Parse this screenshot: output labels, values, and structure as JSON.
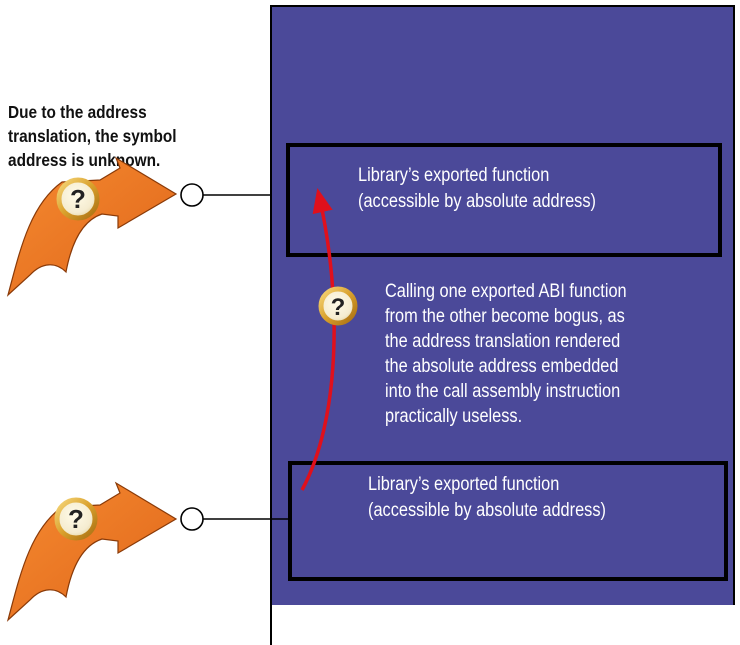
{
  "note": {
    "lines": [
      "Due to the address",
      "translation, the symbol",
      "address is unknown."
    ]
  },
  "functions": [
    {
      "lines": [
        "Library’s exported function",
        "(accessible by absolute address)"
      ]
    },
    {
      "lines": [
        "Library’s exported function",
        "(accessible by absolute address)"
      ]
    }
  ],
  "explanation": {
    "lines": [
      "Calling one exported ABI function",
      "from the other become bogus, as",
      "the address translation rendered",
      "the absolute address embedded",
      "into the call assembly instruction",
      "practically useless."
    ]
  },
  "icons": {
    "callout": "question-mark-arrow-icon",
    "badge": "question-mark-badge-icon",
    "connector": "interface-lollipop-icon"
  },
  "colors": {
    "panel": "#4b4999",
    "arrow_orange": "#ee7521",
    "call_arrow": "#e0101c",
    "badge_gold": "#e8b84a"
  }
}
